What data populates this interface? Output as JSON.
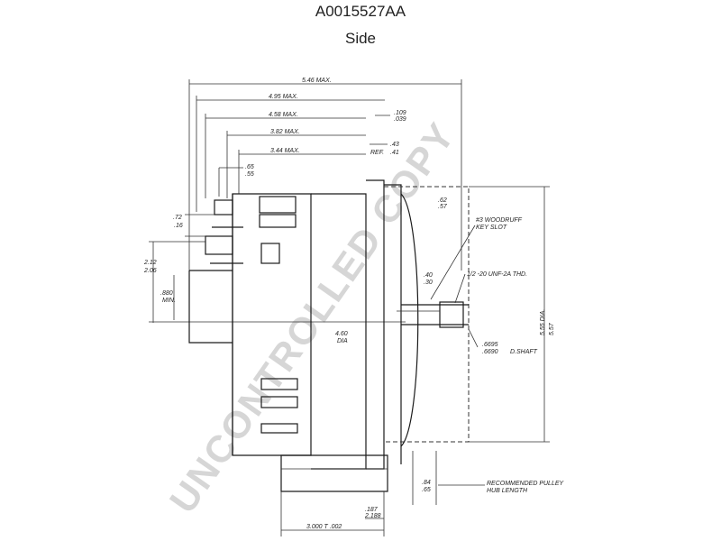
{
  "header": {
    "part_number": "A0015527AA",
    "view": "Side"
  },
  "watermark": "UNCONTROLLED COPY",
  "dimensions": {
    "overall_max": "5.46 MAX.",
    "d_495": "4.95 MAX.",
    "d_458": "4.58 MAX.",
    "d_382": "3.82 MAX.",
    "d_344": "3.44 MAX.",
    "d_65_top": ".65",
    "d_65_bot": ".55",
    "d_109": ".109",
    "d_039": ".039",
    "d_43": ".43",
    "d_41": ".41",
    "d_ref": "REF.",
    "d_72": ".72",
    "d_18": ".16",
    "d_212": "2.12",
    "d_206": "2.06",
    "d_880": ".880",
    "d_min": "MIN.",
    "d_62": ".62",
    "d_57": ".57",
    "d_woodruff": "#3 WOODRUFF",
    "d_keyslot": "KEY SLOT",
    "d_thread": "1/2 -20 UNF-2A THD.",
    "d_40": ".40",
    "d_30": ".30",
    "d_6695": ".6695",
    "d_6690": ".6690",
    "d_shaft": "D.SHAFT",
    "d_460": "4.60",
    "d_dia": "DIA",
    "d_diam_right": "5.55 DIA.",
    "d_diam_right2": "5.57",
    "d_pulley1": "RECOMMENDED PULLEY",
    "d_pulley2": "HUB LENGTH",
    "d_84": ".84",
    "d_65b": ".65",
    "d_187": ".187",
    "d_188": "2.188",
    "d_3000": "3.000 T .002"
  }
}
